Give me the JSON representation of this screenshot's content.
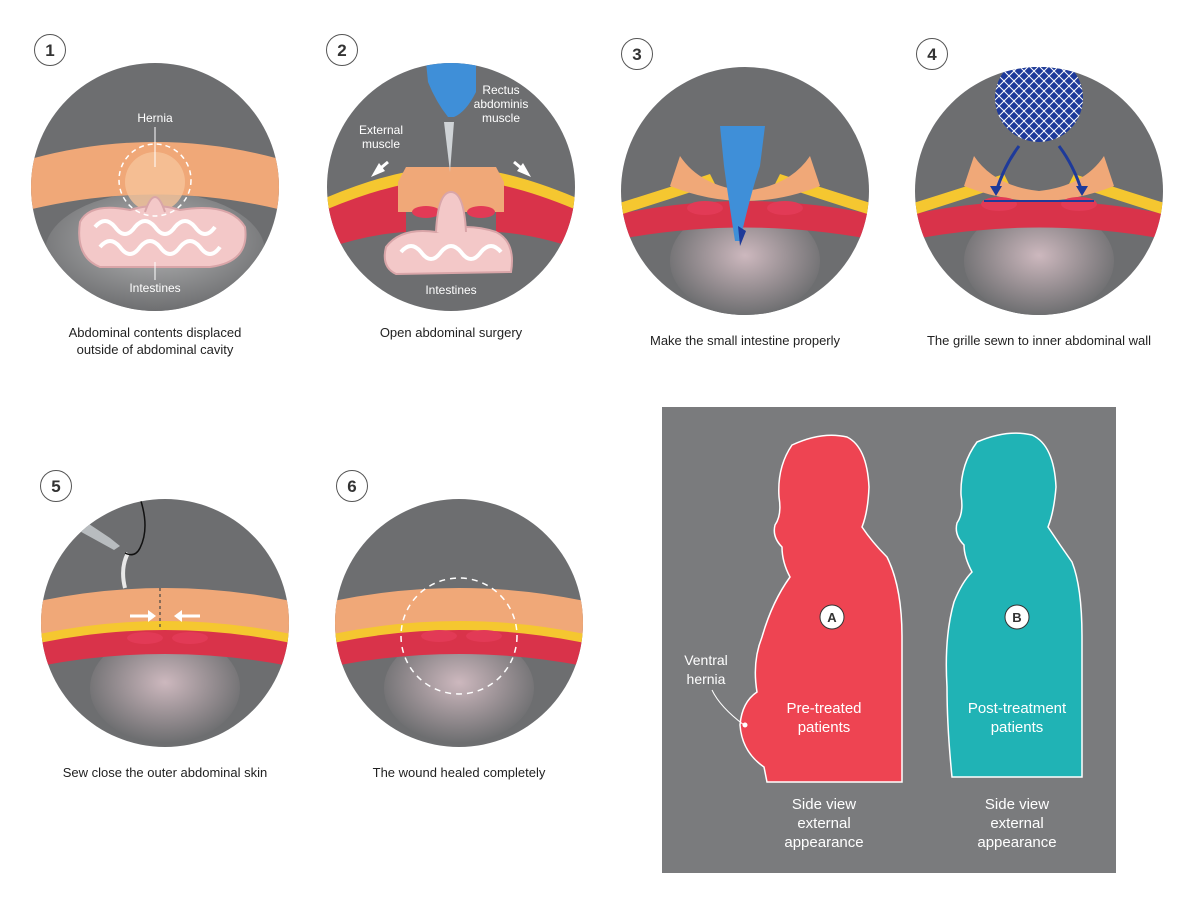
{
  "steps": [
    {
      "number": "1",
      "caption_line1": "Abdominal contents displaced",
      "caption_line2": "outside of abdominal cavity",
      "labels": {
        "hernia": "Hernia",
        "intestines": "Intestines"
      }
    },
    {
      "number": "2",
      "caption_line1": "Open abdominal surgery",
      "labels": {
        "external_l1": "External",
        "external_l2": "muscle",
        "rectus_l1": "Rectus",
        "rectus_l2": "abdominis",
        "rectus_l3": "muscle",
        "intestines": "Intestines"
      }
    },
    {
      "number": "3",
      "caption_line1": "Make the small intestine properly"
    },
    {
      "number": "4",
      "caption_line1": "The grille sewn to inner abdominal wall"
    },
    {
      "number": "5",
      "caption_line1": "Sew close the outer abdominal skin"
    },
    {
      "number": "6",
      "caption_line1": "The wound healed completely"
    }
  ],
  "comparison": {
    "ventral_l1": "Ventral",
    "ventral_l2": "hernia",
    "a": {
      "letter": "A",
      "label_l1": "Pre-treated",
      "label_l2": "patients",
      "cap_l1": "Side view",
      "cap_l2": "external",
      "cap_l3": "appearance"
    },
    "b": {
      "letter": "B",
      "label_l1": "Post-treatment",
      "label_l2": "patients",
      "cap_l1": "Side view",
      "cap_l2": "external",
      "cap_l3": "appearance"
    }
  },
  "colors": {
    "circle_bg": "#6d6e70",
    "wall": "#f0a878",
    "fat": "#f5c730",
    "muscle": "#d9334a",
    "patient_a": "#ee4452",
    "patient_b": "#20b3b5",
    "panel_bg": "#7a7b7d",
    "glove": "#3f8fd8"
  }
}
